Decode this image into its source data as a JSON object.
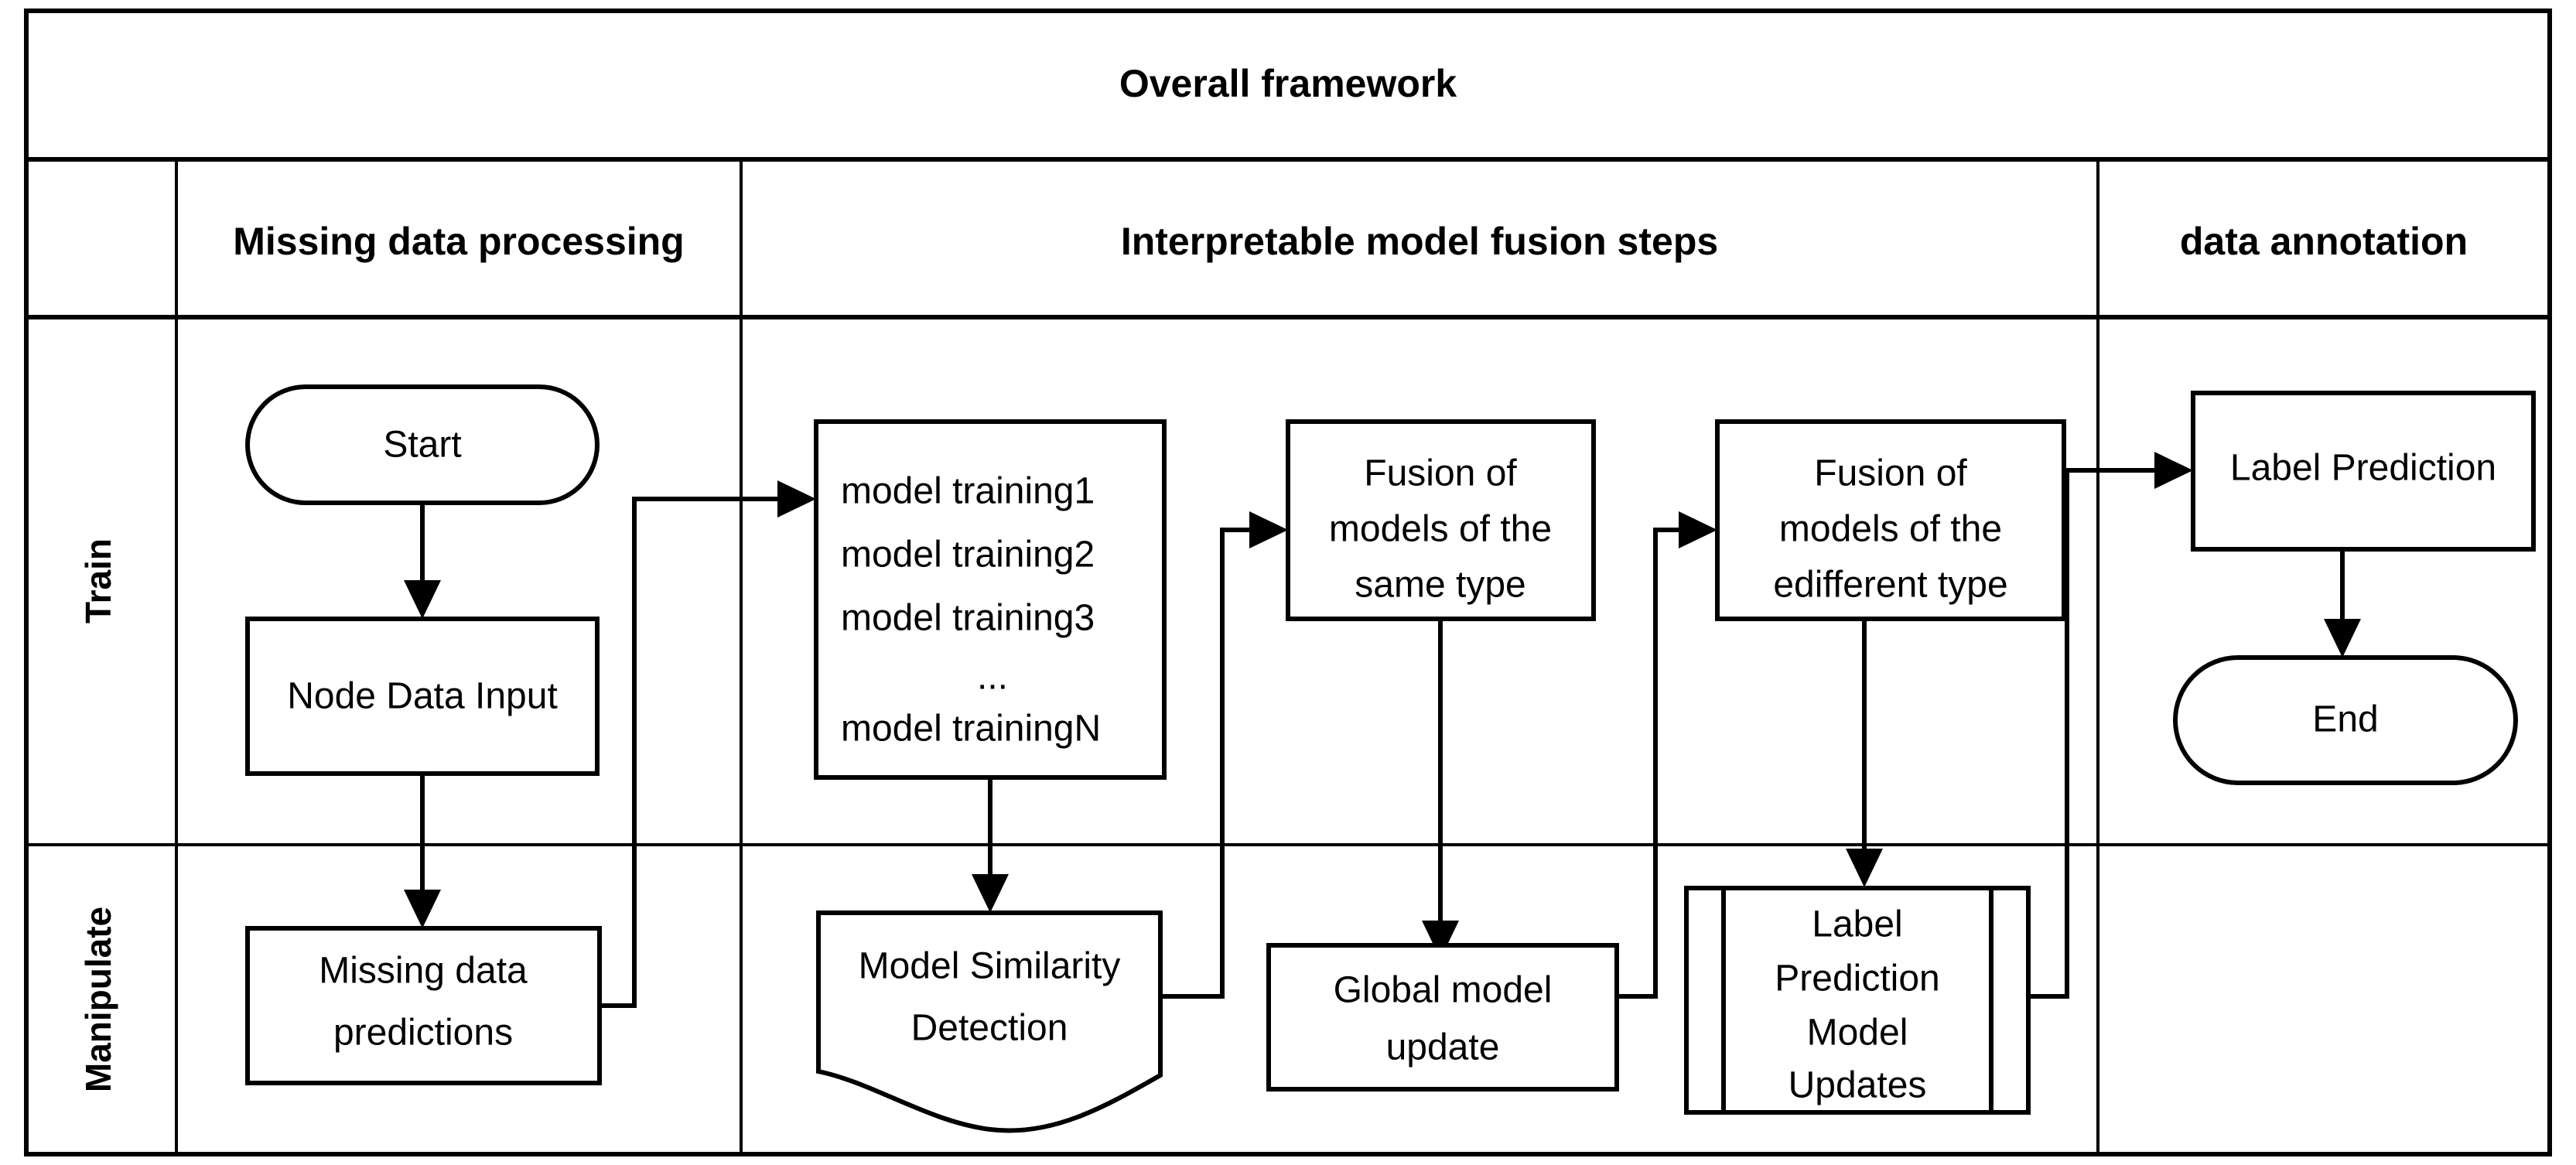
{
  "diagram": {
    "title": "Overall framework",
    "column_headers": [
      {
        "id": "missing-data-processing",
        "label": "Missing data processing"
      },
      {
        "id": "interpretable-model-fusion-steps",
        "label": "Interpretable model fusion steps"
      },
      {
        "id": "data-annotation",
        "label": "data annotation"
      }
    ],
    "swimlanes": [
      {
        "id": "train",
        "label": "Train"
      },
      {
        "id": "manipulate",
        "label": "Manipulate"
      }
    ],
    "nodes": {
      "start": {
        "label": "Start",
        "shape": "terminator"
      },
      "node_data_input": {
        "label": "Node Data Input",
        "shape": "process"
      },
      "missing_data_predictions": {
        "line1": "Missing data",
        "line2": "predictions",
        "shape": "process"
      },
      "model_training": {
        "lines": [
          "model training1",
          "model training2",
          "model training3",
          "...",
          "model trainingN"
        ],
        "shape": "process"
      },
      "model_similarity_detection": {
        "line1": "Model Similarity",
        "line2": "Detection",
        "shape": "document"
      },
      "fusion_same_type": {
        "line1": "Fusion of",
        "line2": "models of the",
        "line3": "same type",
        "shape": "process"
      },
      "global_model_update": {
        "line1": "Global model",
        "line2": "update",
        "shape": "process"
      },
      "fusion_different_type": {
        "line1": "Fusion of",
        "line2": "models of the",
        "line3": "edifferent type",
        "shape": "process"
      },
      "label_prediction_model_updates": {
        "line1": "Label",
        "line2": "Prediction",
        "line3": "Model",
        "line4": "Updates",
        "shape": "predefined-process"
      },
      "label_prediction": {
        "label": "Label Prediction",
        "shape": "process"
      },
      "end": {
        "label": "End",
        "shape": "terminator"
      }
    },
    "colors": {
      "stroke": "#000000",
      "fill": "#ffffff",
      "text": "#000000"
    }
  }
}
